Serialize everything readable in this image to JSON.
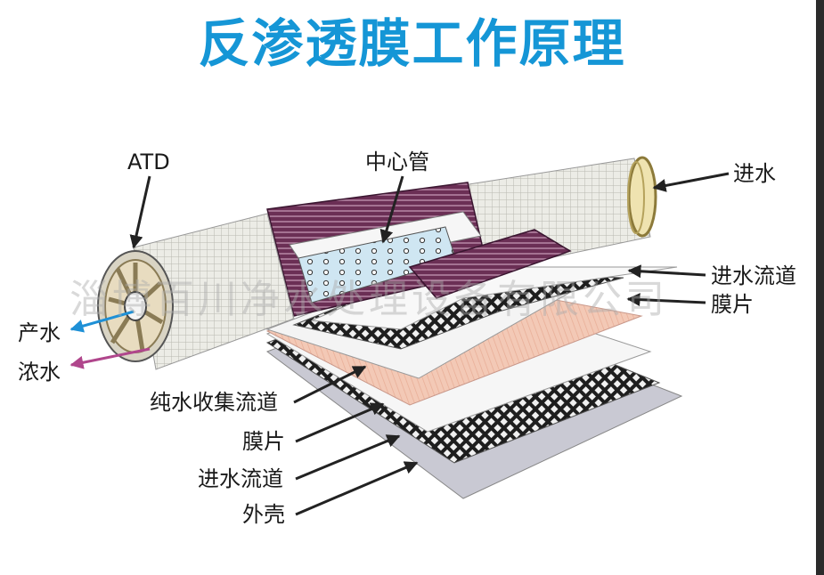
{
  "title": "反渗透膜工作原理",
  "watermark": "淄博百川净水处理设备有限公司",
  "labels": {
    "atd": "ATD",
    "center_tube": "中心管",
    "feed_water": "进水",
    "feed_channel_right": "进水流道",
    "membrane_right": "膜片",
    "product_water": "产水",
    "concentrate": "浓水",
    "permeate_channel": "纯水收集流道",
    "membrane_left": "膜片",
    "feed_channel_left": "进水流道",
    "shell": "外壳"
  },
  "colors": {
    "title": "#1596d6",
    "product_arrow": "#1e90d6",
    "concentrate_arrow": "#b0468c",
    "membrane_sheet": "#f3c9b6",
    "wrap": "#6b2f55"
  }
}
